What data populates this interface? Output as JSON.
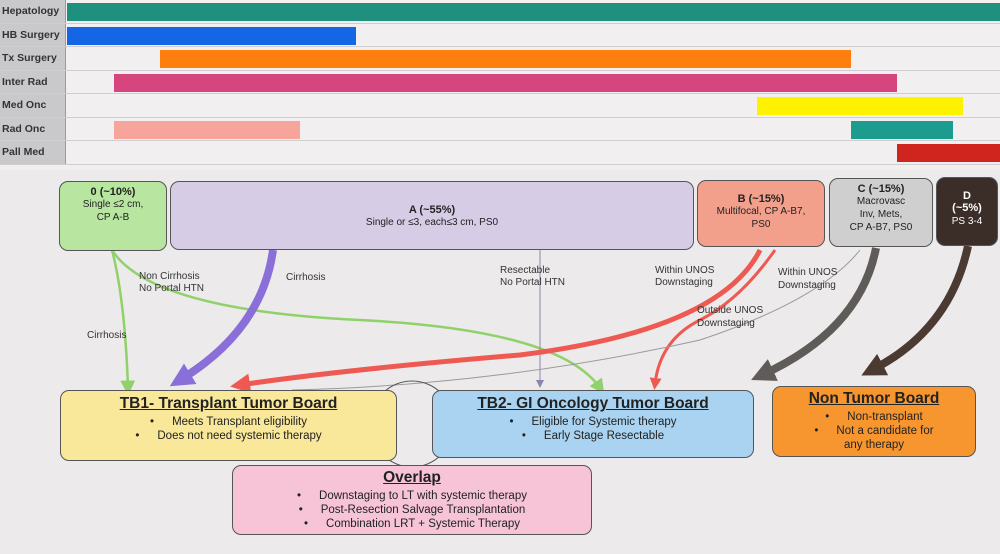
{
  "timeline": {
    "rows": [
      {
        "label": "Hepatology",
        "color": "#1f8f7e",
        "span": [
          0.0,
          1.0
        ]
      },
      {
        "label": "HB Surgery",
        "color": "#1466e6",
        "span": [
          0.0,
          0.31
        ]
      },
      {
        "label": "Tx Surgery",
        "color": "#ff7f0e",
        "span": [
          0.1,
          0.84
        ]
      },
      {
        "label": "Inter Rad",
        "color": "#d6457d",
        "span": [
          0.05,
          0.89
        ]
      },
      {
        "label": "Med Onc",
        "color": "#fff200",
        "span": [
          0.74,
          0.96
        ]
      },
      {
        "label": "Rad Onc",
        "color": "#f7a49a",
        "span": [
          0.05,
          0.25
        ]
      },
      {
        "label": "Rad Onc",
        "color": "#1b9c8e",
        "span": [
          0.84,
          0.95
        ]
      },
      {
        "label": "Pall Med",
        "color": "#d0251e",
        "span": [
          0.89,
          1.0
        ]
      }
    ]
  },
  "stages": {
    "s0": {
      "title": "0 (~10%)",
      "desc1": "Single ≤2 cm,",
      "desc2": "CP A-B",
      "color": "#b8e6a0"
    },
    "sA": {
      "title": "A (~55%)",
      "desc1": "Single or ≤3, each≤3 cm, PS0",
      "color": "#d6cce6"
    },
    "sB": {
      "title": "B (~15%)",
      "desc1": "Multifocal, CP A-B7,",
      "desc2": "PS0",
      "color": "#f2a08c"
    },
    "sC": {
      "title": "C (~15%)",
      "desc1": "Macrovasc",
      "desc2": "Inv, Mets,",
      "desc3": "CP A-B7, PS0",
      "color": "#cfcfcf"
    },
    "sD": {
      "title": "D",
      "desc1": "(~5%)",
      "desc2": "PS 3-4",
      "color": "#3b2e28"
    }
  },
  "arrow_labels": {
    "non_cirrhosis": "Non Cirrhosis",
    "no_portal_htn": "No Portal HTN",
    "cirrhosis_a": "Cirrhosis",
    "cirrhosis_0": "Cirrhosis",
    "resectable": "Resectable",
    "resectable_no_htn": "No Portal HTN",
    "within_unos_b": "Within UNOS",
    "downstaging_b": "Downstaging",
    "outside_unos": "Outside UNOS",
    "outside_downstaging": "Downstaging",
    "within_unos_c": "Within UNOS",
    "downstaging_c": "Downstaging"
  },
  "boards": {
    "tb1": {
      "title": "TB1- Transplant Tumor Board",
      "items": [
        "Meets Transplant eligibility",
        "Does not need systemic therapy"
      ],
      "color": "#f9e79a"
    },
    "tb2": {
      "title": "TB2- GI Oncology Tumor Board",
      "items": [
        "Eligible for Systemic therapy",
        "Early Stage Resectable"
      ],
      "color": "#a9d3f0"
    },
    "non": {
      "title": "Non Tumor Board",
      "items": [
        "Non-transplant",
        "Not a candidate for",
        "any therapy"
      ],
      "color": "#f7962f"
    },
    "overlap": {
      "title": "Overlap",
      "items": [
        "Downstaging to LT with systemic therapy",
        "Post-Resection Salvage Transplantation",
        "Combination LRT + Systemic Therapy"
      ],
      "color": "#f6c4d6"
    }
  }
}
